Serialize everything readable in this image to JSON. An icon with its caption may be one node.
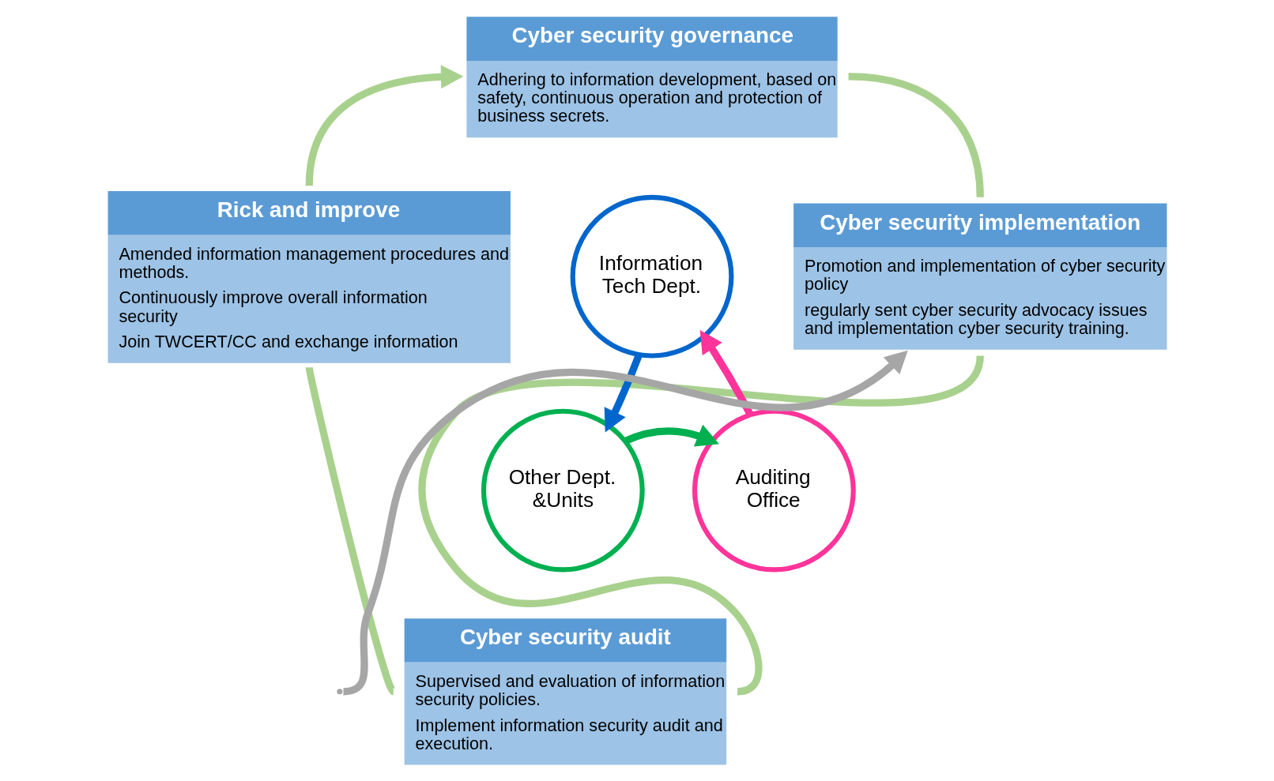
{
  "diagram": {
    "nodes": [
      {
        "text": [
          "Cyber security governance",
          "Adhering to information development, based on safety, continuous operation and protection of business secrets."
        ]
      },
      {
        "text": [
          "Cyber security implementation",
          "Promotion and implementation of cyber security policy",
          "regularly sent cyber security advocacy issues and implementation cyber security training."
        ]
      },
      {
        "text": [
          "Cyber security audit",
          "Supervised and evaluation of information security policies.",
          "Implement information security audit and execution."
        ]
      },
      {
        "text": [
          "Rick and improve",
          "Amended information management procedures and methods.",
          "Continuously improve overall information security",
          "Join TWCERT/CC and exchange information"
        ]
      },
      {
        "text": [
          "Information Tech Dept."
        ]
      },
      {
        "text": [
          "Other Dept. &Units"
        ]
      },
      {
        "text": [
          "Auditing Office"
        ]
      }
    ],
    "edges": [
      {
        "from": 3,
        "to": 0,
        "arrow": "to"
      },
      {
        "from": 0,
        "to": 1,
        "arrow": "none"
      },
      {
        "from": 1,
        "to": 2,
        "arrow": "none"
      },
      {
        "from": 2,
        "to": 3,
        "arrow": "none"
      },
      {
        "from": null,
        "to": 1,
        "arrow": "to",
        "color": "#a6a6a6"
      },
      {
        "from": 4,
        "to": 5,
        "arrow": "to",
        "color": "#0066cc"
      },
      {
        "from": 5,
        "to": 6,
        "arrow": "to",
        "color": "#00b050"
      },
      {
        "from": 6,
        "to": 4,
        "arrow": "to",
        "color": "#ff3399"
      }
    ]
  }
}
